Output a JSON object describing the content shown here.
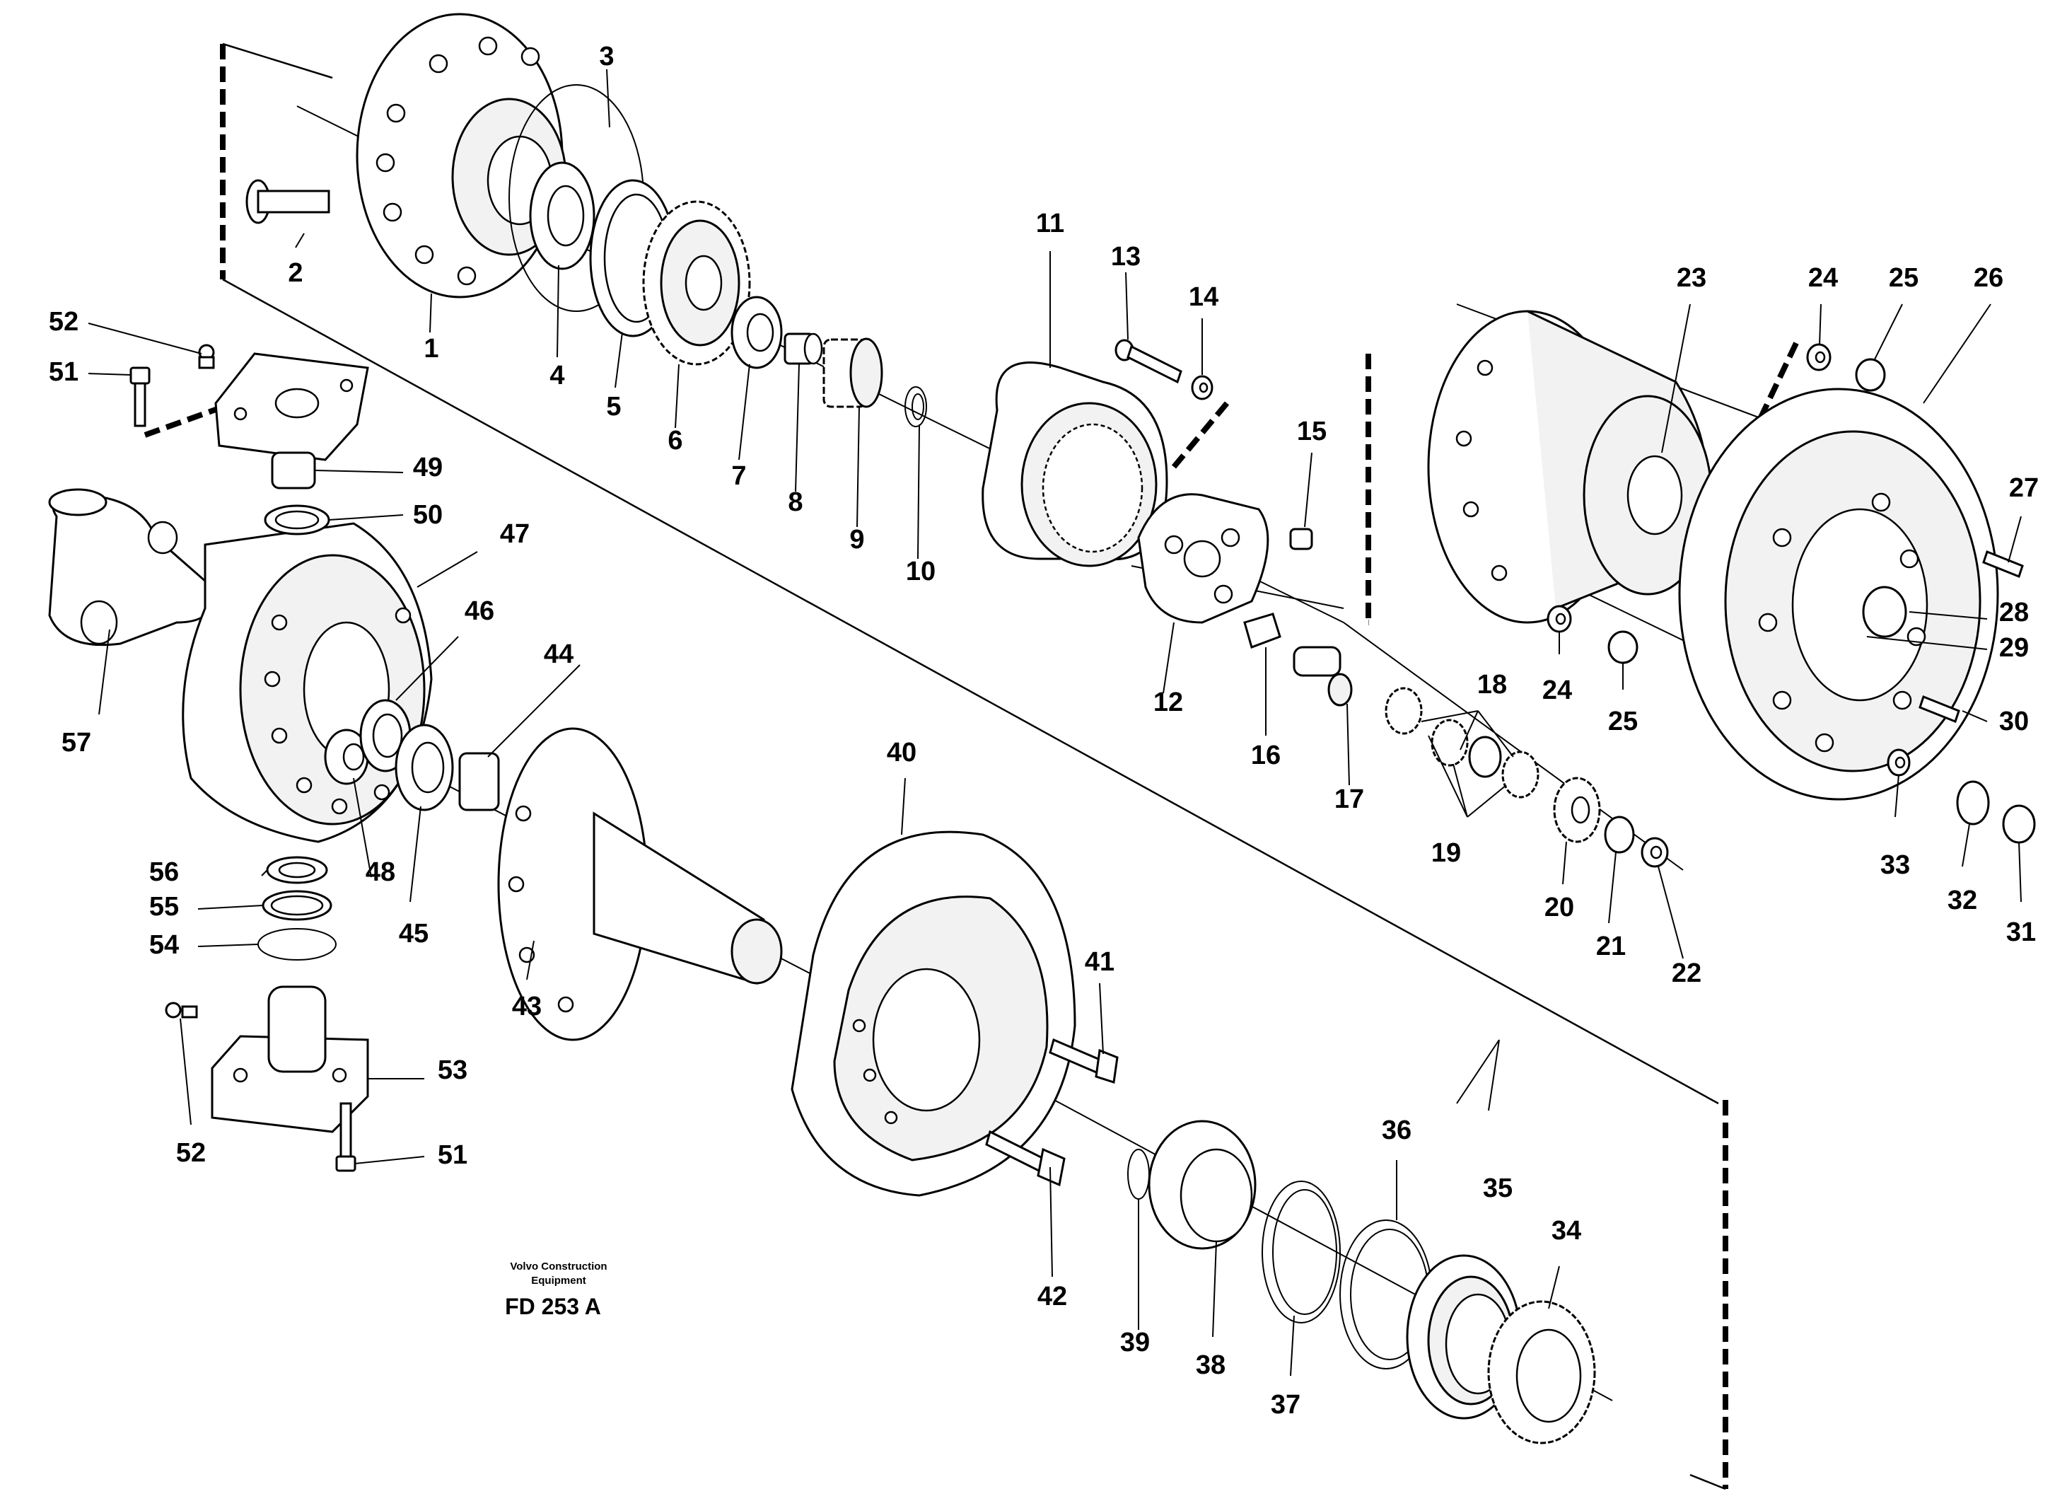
{
  "diagram": {
    "credit_line1": "Volvo Construction",
    "credit_line2": "Equipment",
    "drawing_code": "FD 253 A"
  },
  "callouts": {
    "c1": "1",
    "c2": "2",
    "c3": "3",
    "c4": "4",
    "c5": "5",
    "c6": "6",
    "c7": "7",
    "c8": "8",
    "c9": "9",
    "c10": "10",
    "c11": "11",
    "c12": "12",
    "c13": "13",
    "c14": "14",
    "c15": "15",
    "c16": "16",
    "c17": "17",
    "c18": "18",
    "c19": "19",
    "c20": "20",
    "c21": "21",
    "c22": "22",
    "c23": "23",
    "c24": "24",
    "c25": "25",
    "c26": "26",
    "c27": "27",
    "c28": "28",
    "c29": "29",
    "c30": "30",
    "c31": "31",
    "c32": "32",
    "c33": "33",
    "c34": "34",
    "c35": "35",
    "c36": "36",
    "c37": "37",
    "c38": "38",
    "c39": "39",
    "c40": "40",
    "c41": "41",
    "c42": "42",
    "c43": "43",
    "c44": "44",
    "c45": "45",
    "c46": "46",
    "c47": "47",
    "c48": "48",
    "c49": "49",
    "c50": "50",
    "c51": "51",
    "c52": "52",
    "c53": "53",
    "c54": "54",
    "c55": "55",
    "c56": "56",
    "c57": "57"
  }
}
